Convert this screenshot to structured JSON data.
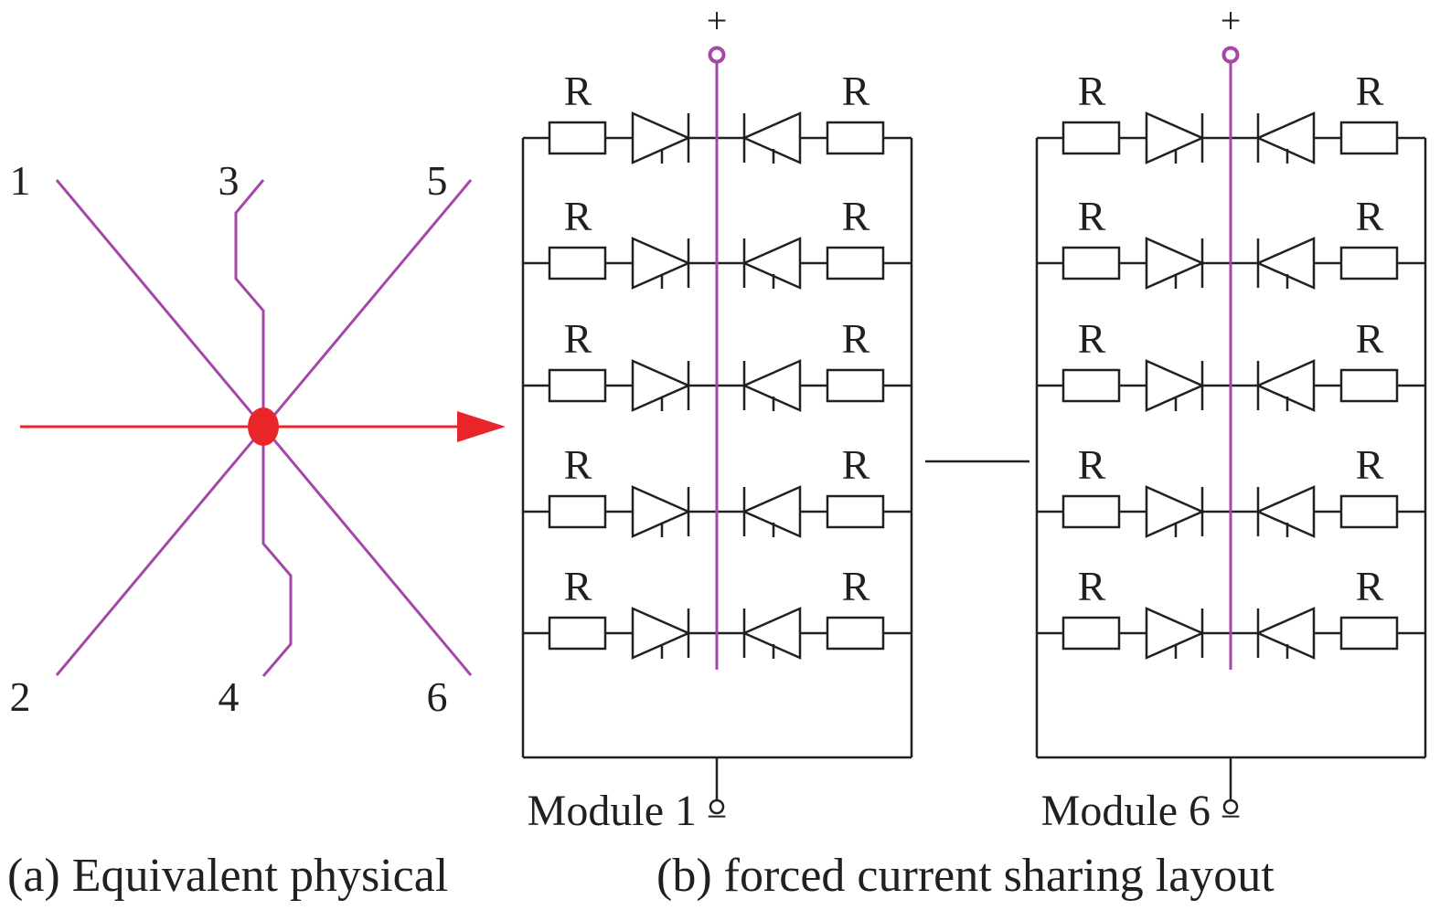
{
  "physical": {
    "node_labels": [
      "1",
      "2",
      "3",
      "4",
      "5",
      "6"
    ]
  },
  "modules": [
    {
      "label": "Module 1",
      "plus": "+",
      "minus": "−",
      "rows": [
        {
          "left": "R",
          "right": "R"
        },
        {
          "left": "R",
          "right": "R"
        },
        {
          "left": "R",
          "right": "R"
        },
        {
          "left": "R",
          "right": "R"
        },
        {
          "left": "R",
          "right": "R"
        }
      ]
    },
    {
      "label": "Module 6",
      "plus": "+",
      "minus": "−",
      "rows": [
        {
          "left": "R",
          "right": "R"
        },
        {
          "left": "R",
          "right": "R"
        },
        {
          "left": "R",
          "right": "R"
        },
        {
          "left": "R",
          "right": "R"
        },
        {
          "left": "R",
          "right": "R"
        }
      ]
    }
  ],
  "captions": {
    "a": "(a) Equivalent physical",
    "b": "(b) forced current sharing layout"
  },
  "colors": {
    "conductor": "#a347a8",
    "current": "#e8262a",
    "wire": "#231f20"
  }
}
